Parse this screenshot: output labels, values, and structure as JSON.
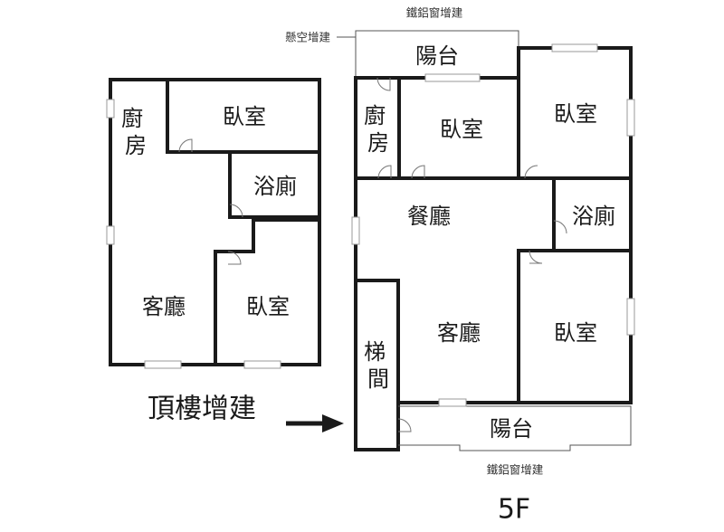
{
  "left_plan": {
    "kitchen": "廚房",
    "bedroom_top": "臥室",
    "bathroom": "浴廁",
    "living_room": "客廳",
    "bedroom_bottom": "臥室"
  },
  "caption": "頂樓增建",
  "right_plan": {
    "ironwindow_top": "鐵鋁窗增建",
    "overhang": "懸空增建",
    "balcony_top": "陽台",
    "kitchen": "廚房",
    "bedroom_middle": "臥室",
    "bedroom_top_right": "臥室",
    "dining": "餐廳",
    "bathroom": "浴廁",
    "stairwell": "梯間",
    "living_room": "客廳",
    "bedroom_bottom_right": "臥室",
    "balcony_bottom": "陽台",
    "ironwindow_bottom": "鐵鋁窗增建"
  },
  "floor_label": "5F"
}
